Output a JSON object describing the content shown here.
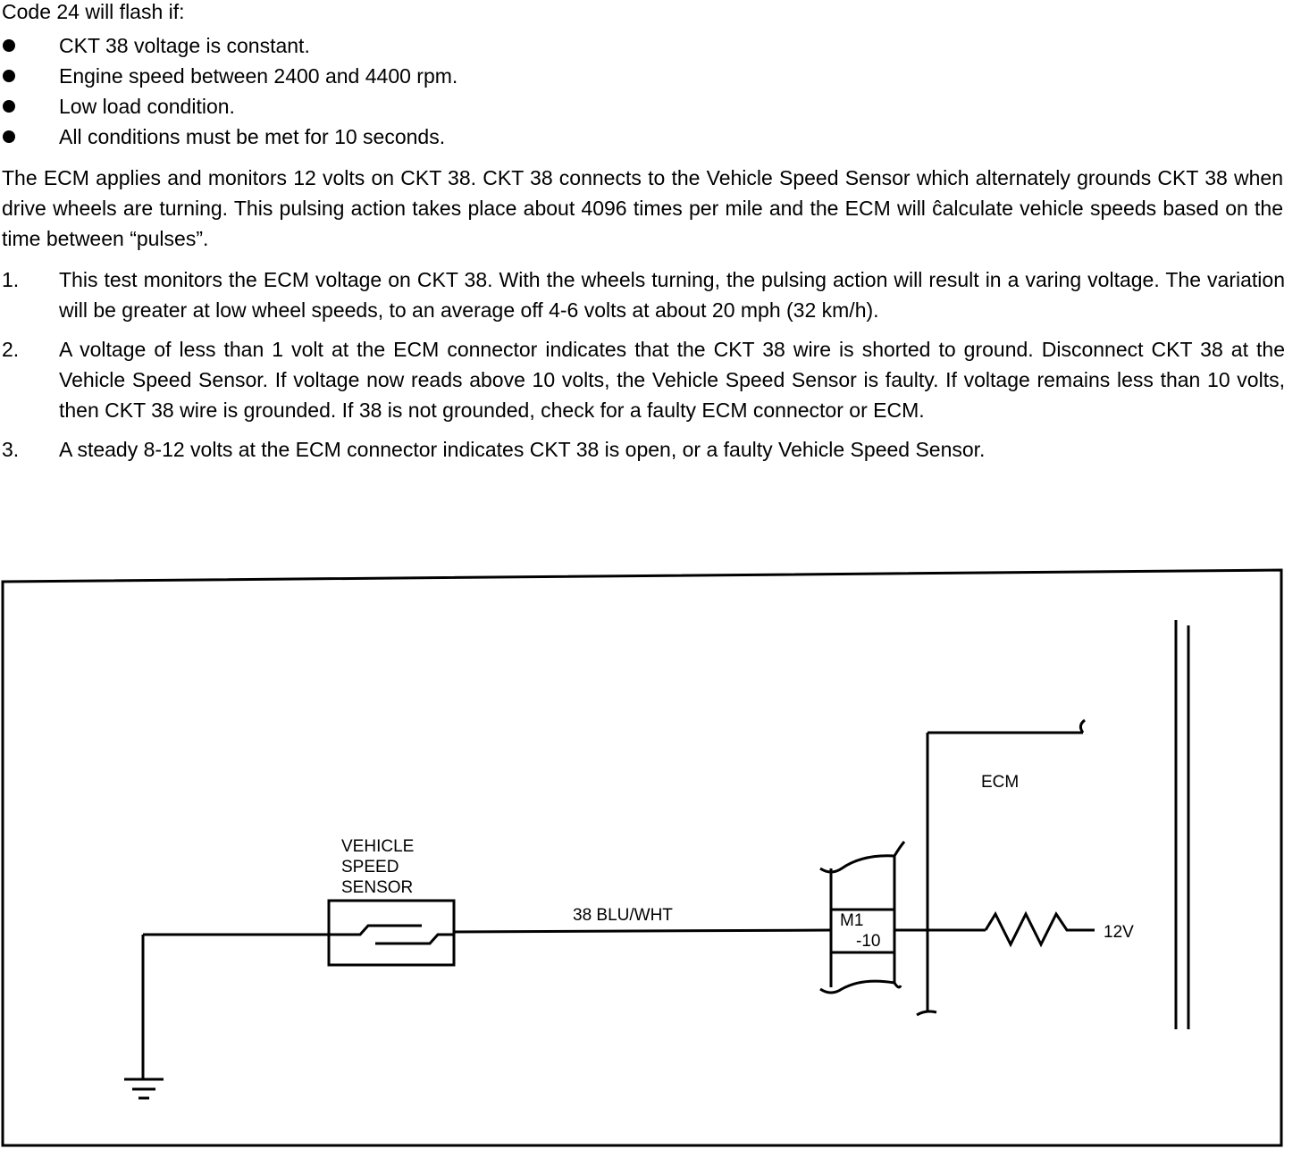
{
  "intro": "Code 24 will flash if:",
  "conditions": [
    "CKT 38 voltage is constant.",
    "Engine speed between 2400 and 4400 rpm.",
    "Low load condition.",
    "All conditions must be met for 10 seconds."
  ],
  "description": "The ECM applies and monitors 12 volts on CKT 38.   CKT 38 connects to the Vehicle Speed Sensor which alternately grounds CKT 38 when drive wheels are turning.   This pulsing action takes place about 4096 times per mile and the ECM will ĉalculate vehicle speeds based on the time between “pulses”.",
  "steps": [
    {
      "number": "1.",
      "text": "This test monitors the ECM voltage on CKT 38.   With the wheels turning, the pulsing action will result in a varing voltage.   The variation will be greater at low wheel speeds, to an average off 4-6 volts at about 20 mph (32 km/h)."
    },
    {
      "number": "2.",
      "text": "A voltage of less than 1 volt at the ECM connector indicates that the CKT 38 wire is shorted to ground.   Disconnect CKT 38 at the Vehicle Speed Sensor.   If voltage now reads above 10 volts, the Vehicle Speed Sensor is faulty.  If voltage remains less than 10 volts, then CKT 38 wire is grounded.   If 38 is not grounded, check for a faulty ECM connector or ECM."
    },
    {
      "number": "3.",
      "text": "A steady 8-12 volts at the ECM connector indicates CKT 38 is open, or a faulty Vehicle Speed Sensor."
    }
  ],
  "diagram": {
    "sensor_label": [
      "VEHICLE",
      "SPEED",
      "SENSOR"
    ],
    "wire_label": "38 BLU/WHT",
    "connector_pin": [
      "M1",
      "-10"
    ],
    "module_label": "ECM",
    "supply_label": "12V"
  }
}
